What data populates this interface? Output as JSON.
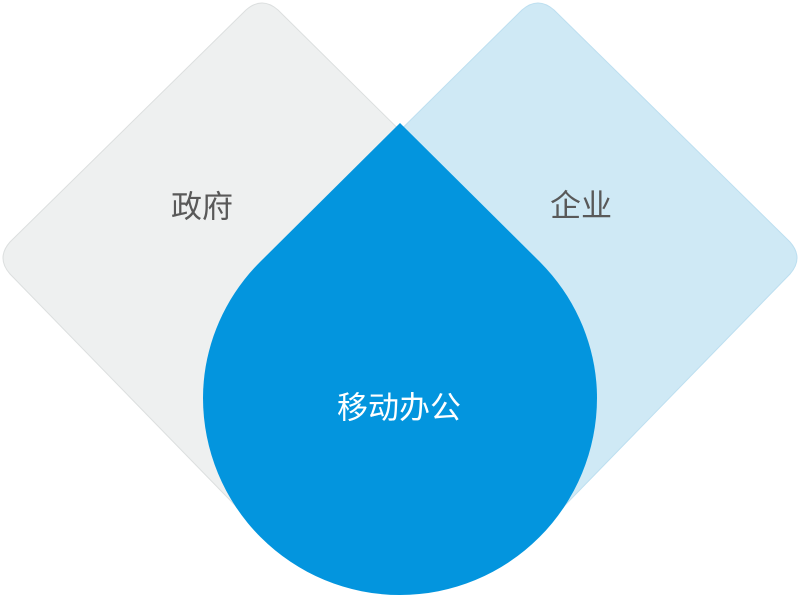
{
  "diagram": {
    "type": "overlapping-shapes",
    "shapes": [
      {
        "id": "government",
        "label": "政府",
        "shape": "rounded-diamond",
        "fill": "#eef0f0",
        "stroke": "#d9dcdc",
        "text_color": "#595959"
      },
      {
        "id": "enterprise",
        "label": "企业",
        "shape": "rounded-diamond",
        "fill": "#cfe9f5",
        "stroke": "#b8dcee",
        "text_color": "#595959"
      },
      {
        "id": "mobile-office",
        "label": "移动办公",
        "shape": "droplet",
        "fill": "#0395de",
        "text_color": "#ffffff"
      }
    ]
  }
}
